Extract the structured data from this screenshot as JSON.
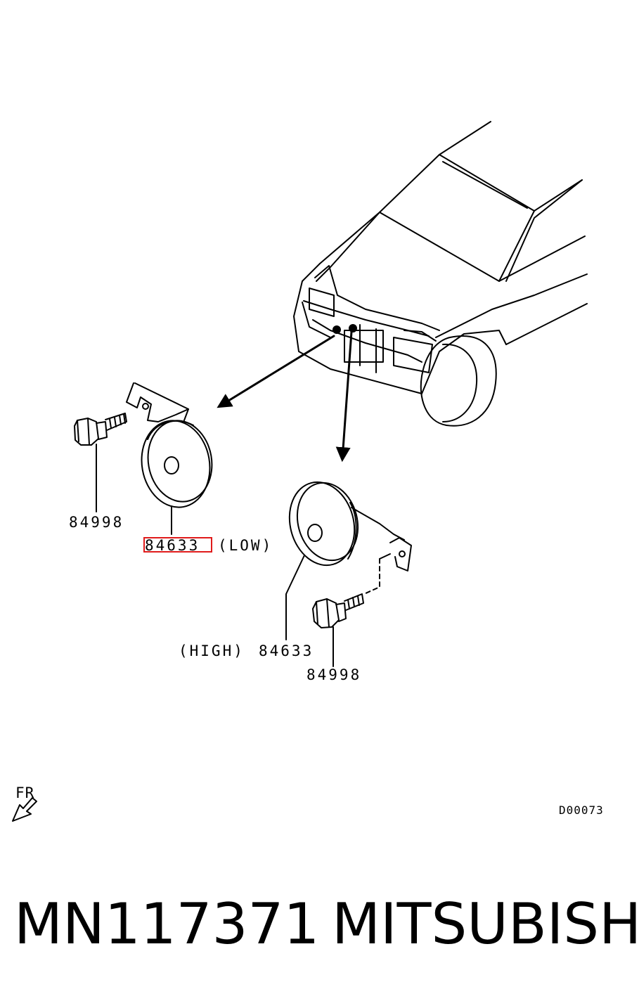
{
  "labels": {
    "bolt_left_part_no": "84998",
    "horn_low_part_no": "84633",
    "horn_low_tag": "(LOW)",
    "horn_high_tag": "(HIGH)",
    "horn_high_part_no": "84633",
    "bolt_right_part_no": "84998",
    "direction_label": "FR",
    "diagram_code": "D00073"
  },
  "footer": {
    "part_number": "MN117371",
    "brand": "MITSUBISHI"
  },
  "colors": {
    "line": "#000000",
    "highlight": "#e01b1b",
    "background": "#ffffff"
  }
}
